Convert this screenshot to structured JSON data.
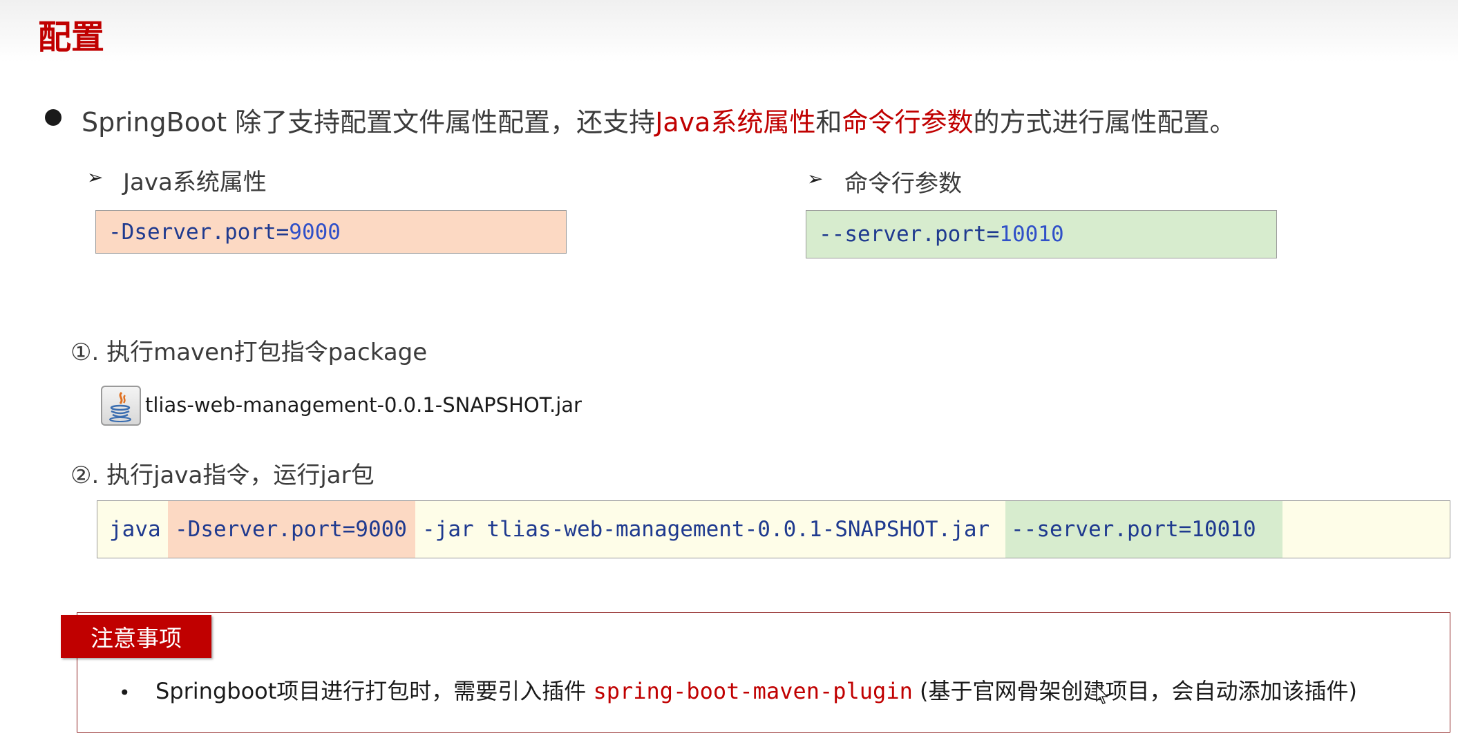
{
  "title": "配置",
  "intro": {
    "prefix": "SpringBoot 除了支持配置文件属性配置，还支持",
    "highlight1": "Java系统属性",
    "middle": "和",
    "highlight2": "命令行参数",
    "suffix": "的方式进行属性配置。"
  },
  "java_props": {
    "arrow": "➢",
    "label": "Java系统属性",
    "code_key": "-Dserver.port=",
    "code_value": "9000"
  },
  "cmd_args": {
    "arrow": "➢",
    "label": "命令行参数",
    "code_key": "--server.port=",
    "code_value": "10010"
  },
  "step1": {
    "label": "①. 执行maven打包指令package",
    "jar_name": "tlias-web-management-0.0.1-SNAPSHOT.jar"
  },
  "step2": {
    "label": "②. 执行java指令，运行jar包",
    "cmd_java": "java",
    "cmd_dprop": "-Dserver.port=9000",
    "cmd_jar": "-jar tlias-web-management-0.0.1-SNAPSHOT.jar",
    "cmd_arg": "--server.port=10010"
  },
  "notice": {
    "tag": "注意事项",
    "bullet": "•",
    "text_before": "Springboot项目进行打包时，需要引入插件 ",
    "plugin": "spring-boot-maven-plugin",
    "text_after": " (基于官网骨架创建项目，会自动添加该插件)"
  },
  "colors": {
    "accent_red": "#c00000",
    "code_blue": "#1f3a8f",
    "highlight_orange": "#fcd9c3",
    "highlight_green": "#d7ecce",
    "command_bg": "#fefde8"
  },
  "icons": {
    "jar": "java-jar-icon",
    "cursor": "mouse-cursor-icon"
  }
}
